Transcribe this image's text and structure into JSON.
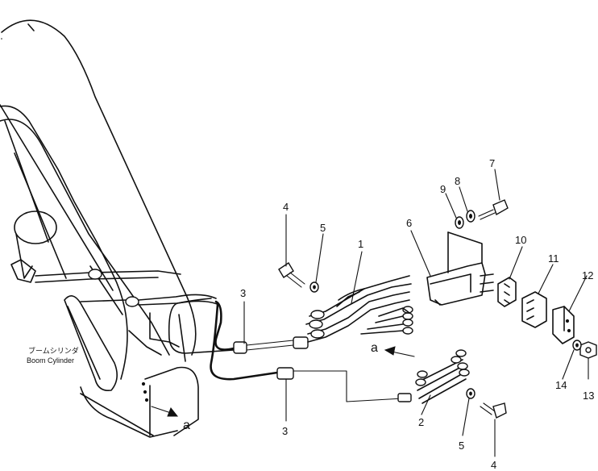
{
  "callouts": {
    "p1": "1",
    "p2": "2",
    "p3_top": "3",
    "p3_bottom": "3",
    "p4_top": "4",
    "p4_bottom": "4",
    "p5_top": "5",
    "p5_bottom": "5",
    "p6": "6",
    "p7": "7",
    "p8": "8",
    "p9": "9",
    "p10": "10",
    "p11": "11",
    "p12": "12",
    "p13": "13",
    "p14": "14"
  },
  "view_marker": {
    "center": "a",
    "bottom": "a"
  },
  "component_note": {
    "jp": "ブームシリンダ",
    "en": "Boom Cylinder"
  }
}
